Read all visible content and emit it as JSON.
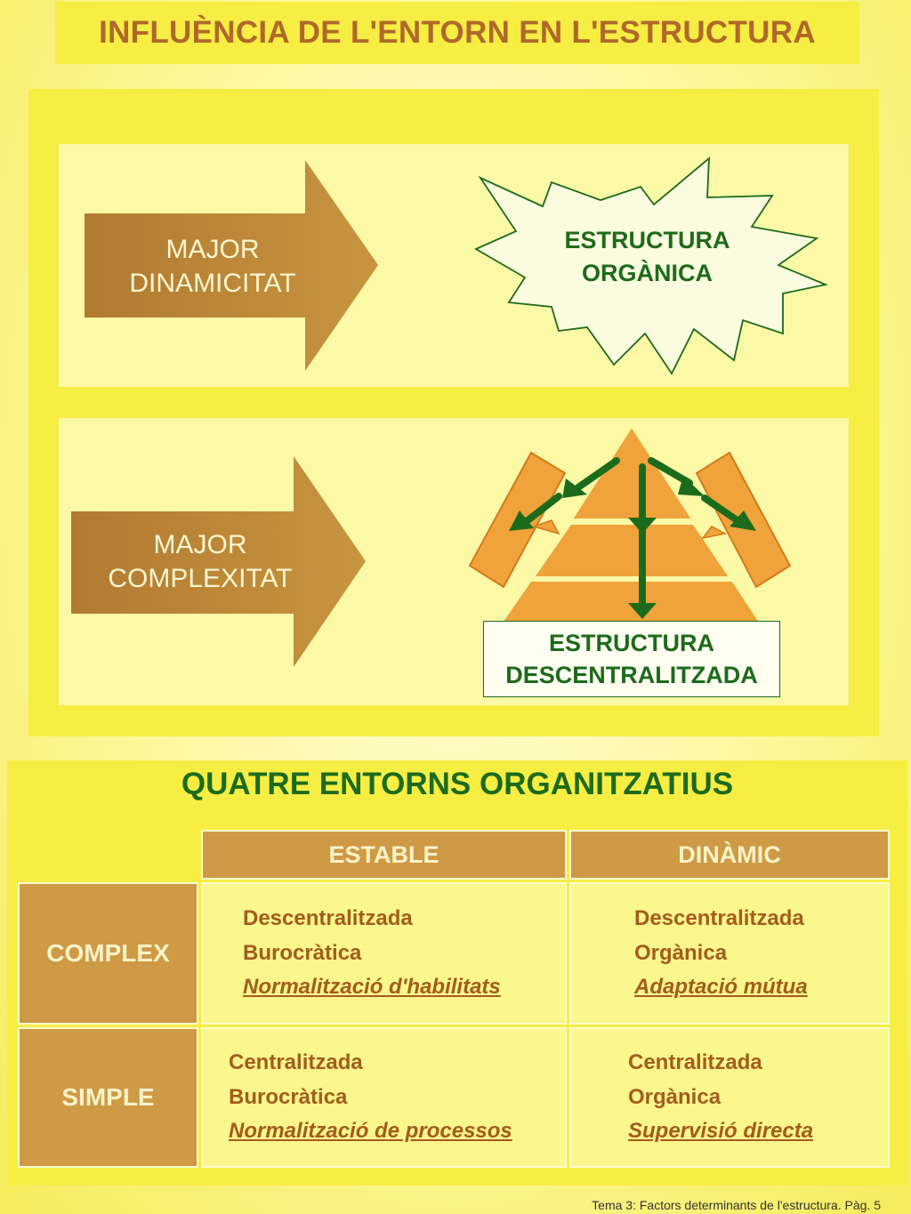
{
  "title": "INFLUÈNCIA DE L'ENTORN EN L'ESTRUCTURA",
  "diagram": {
    "arrow1": {
      "line1": "MAJOR",
      "line2": "DINAMICITAT"
    },
    "star": {
      "line1": "ESTRUCTURA",
      "line2": "ORGÀNICA"
    },
    "arrow2": {
      "line1": "MAJOR",
      "line2": "COMPLEXITAT"
    },
    "pyramid": {
      "line1": "ESTRUCTURA",
      "line2": "DESCENTRALITZADA"
    }
  },
  "table": {
    "title": "QUATRE ENTORNS ORGANITZATIUS",
    "columns": [
      "ESTABLE",
      "DINÀMIC"
    ],
    "rows": [
      {
        "label": "COMPLEX",
        "cells": [
          [
            "Descentralitzada",
            "Burocràtica",
            "Normalització d'habilitats"
          ],
          [
            "Descentralitzada",
            "Orgànica",
            "Adaptació mútua"
          ]
        ]
      },
      {
        "label": "SIMPLE",
        "cells": [
          [
            "Centralitzada",
            "Burocràtica",
            "Normalització de processos"
          ],
          [
            "Centralitzada",
            "Orgànica",
            "Supervisió directa"
          ]
        ]
      }
    ]
  },
  "footer": "Tema 3: Factors determinants de l'estructura. Pàg. 5",
  "colors": {
    "title_text": "#b0682a",
    "green": "#1c6b1c",
    "arrow_brown": "#c08a3e",
    "pyramid_orange": "#f0a33a",
    "panel_yellow": "#f7ee44"
  }
}
